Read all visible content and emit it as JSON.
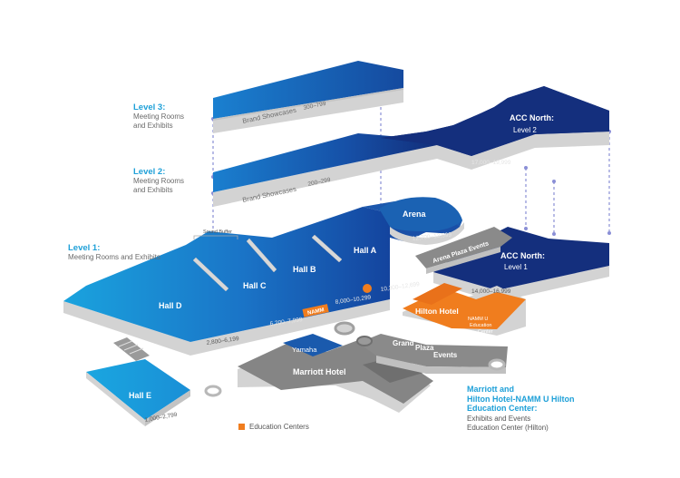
{
  "levels": {
    "level3": {
      "title": "Level 3:",
      "sub": "Meeting Rooms\nand Exhibits"
    },
    "level2": {
      "title": "Level 2:",
      "sub": "Meeting Rooms\nand Exhibits"
    },
    "level1": {
      "title": "Level 1:",
      "sub": "Meeting Rooms and Exhibits"
    }
  },
  "halls": {
    "hall_a": "Hall A",
    "hall_b": "Hall B",
    "hall_c": "Hall C",
    "hall_d": "Hall D",
    "hall_e": "Hall E",
    "arena": "Arena",
    "acc_north_l2": [
      "ACC North:",
      "Level 2"
    ],
    "acc_north_l1": [
      "ACC North:",
      "Level 1"
    ],
    "brand_showcases_l3": "Brand Showcases",
    "brand_showcases_l2": "Brand Showcases",
    "sound_buffer": "Sound Buffer",
    "hilton_hotel": "Hilton Hotel",
    "namm_u_edu": [
      "NAMM U",
      "Education",
      "Center"
    ],
    "marriott_hotel": "Marriott Hotel",
    "yamaha": "Yamaha",
    "arena_plaza_events": "Arena Plaza Events",
    "grand": "Grand",
    "plaza": "Plaza",
    "events": "Events",
    "namm_logo": "NAMM"
  },
  "booth_ranges": {
    "l3_brand": "300–799",
    "l2_brand": "200–299",
    "acc_l2": "17,000–19,999",
    "arena": "12,700–13,599",
    "acc_l1": "14,000–16,999",
    "hall_a": "10,300–12,699",
    "hall_b": "8,000–10,299",
    "hall_c": "6,200–7,999",
    "hall_d": "2,800–6,199",
    "hall_e": "1,000–2,799"
  },
  "legend": {
    "education_centers": "Education Centers"
  },
  "education_note": {
    "title": "Marriott and\nHilton Hotel-NAMM U Hilton\nEducation Center:",
    "sub": "Exhibits and Events\nEducation Center (Hilton)"
  },
  "colors": {
    "blue_light": "#1a9ad9",
    "blue_mid": "#1565b5",
    "navy": "#122e7a",
    "orange": "#f07d1e",
    "gray_top": "#8a8a8a",
    "gray_side": "#bdbdbd",
    "wall": "#d2d2d2",
    "accent_text": "#1ea0d8"
  }
}
